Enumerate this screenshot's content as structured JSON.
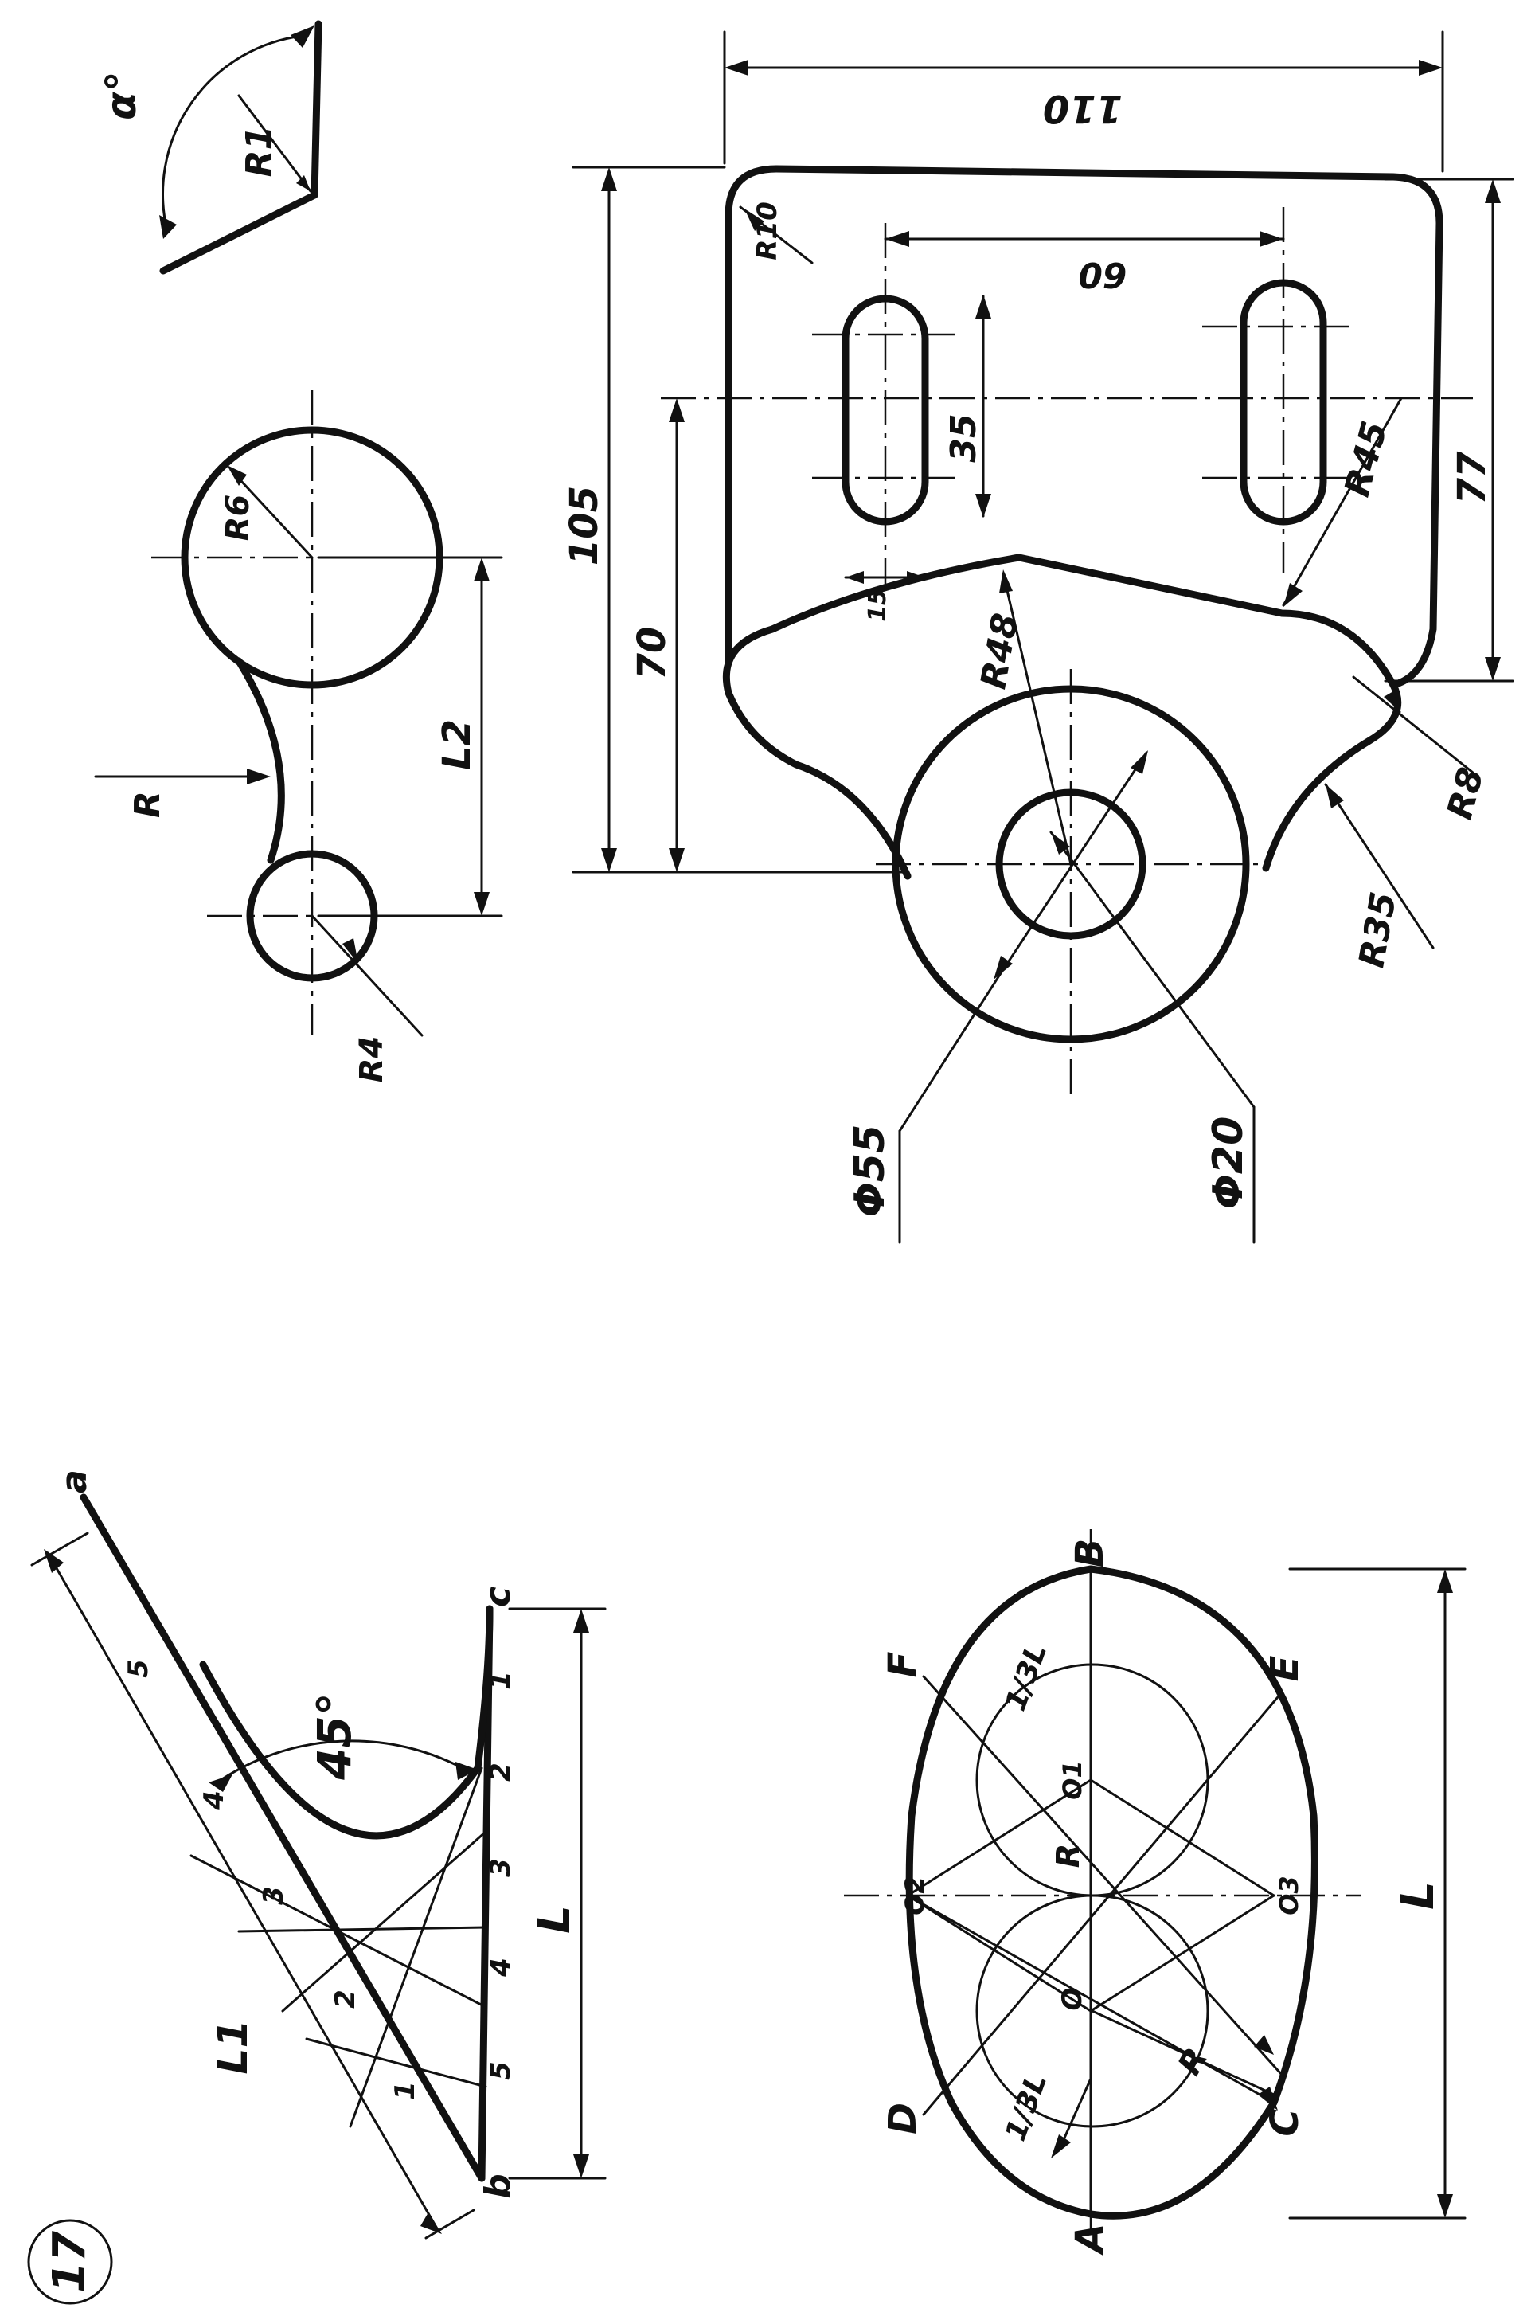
{
  "sheet": {
    "number": "17"
  },
  "labels": {
    "fillet_radius": "R1",
    "fillet_angle": "α°",
    "circles_r6": "R6",
    "circles_r": "R",
    "circles_l2": "L2",
    "circles_r4": "R4",
    "plate_110": "110",
    "plate_r10": "R10",
    "plate_60": "60",
    "plate_105": "105",
    "plate_70": "70",
    "plate_35": "35",
    "plate_15": "15",
    "plate_r45": "R45",
    "plate_77": "77",
    "plate_r48": "R48",
    "plate_r8": "R8",
    "plate_r35": "R35",
    "plate_d55": "Φ55",
    "plate_d20": "Φ20",
    "parabola_angle": "45°",
    "parabola_l1": "L1",
    "parabola_l": "L",
    "pt_a": "a",
    "pt_b": "b",
    "pt_c": "c",
    "ticks": [
      "1",
      "2",
      "3",
      "4",
      "5"
    ],
    "oval_b": "B",
    "oval_a": "A",
    "oval_c": "C",
    "oval_d": "D",
    "oval_e": "E",
    "oval_f": "F",
    "oval_o": "O",
    "oval_o1": "O1",
    "oval_o2": "O2",
    "oval_o3": "O3",
    "oval_r": "R",
    "oval_third": "1/3L",
    "oval_l": "L"
  }
}
